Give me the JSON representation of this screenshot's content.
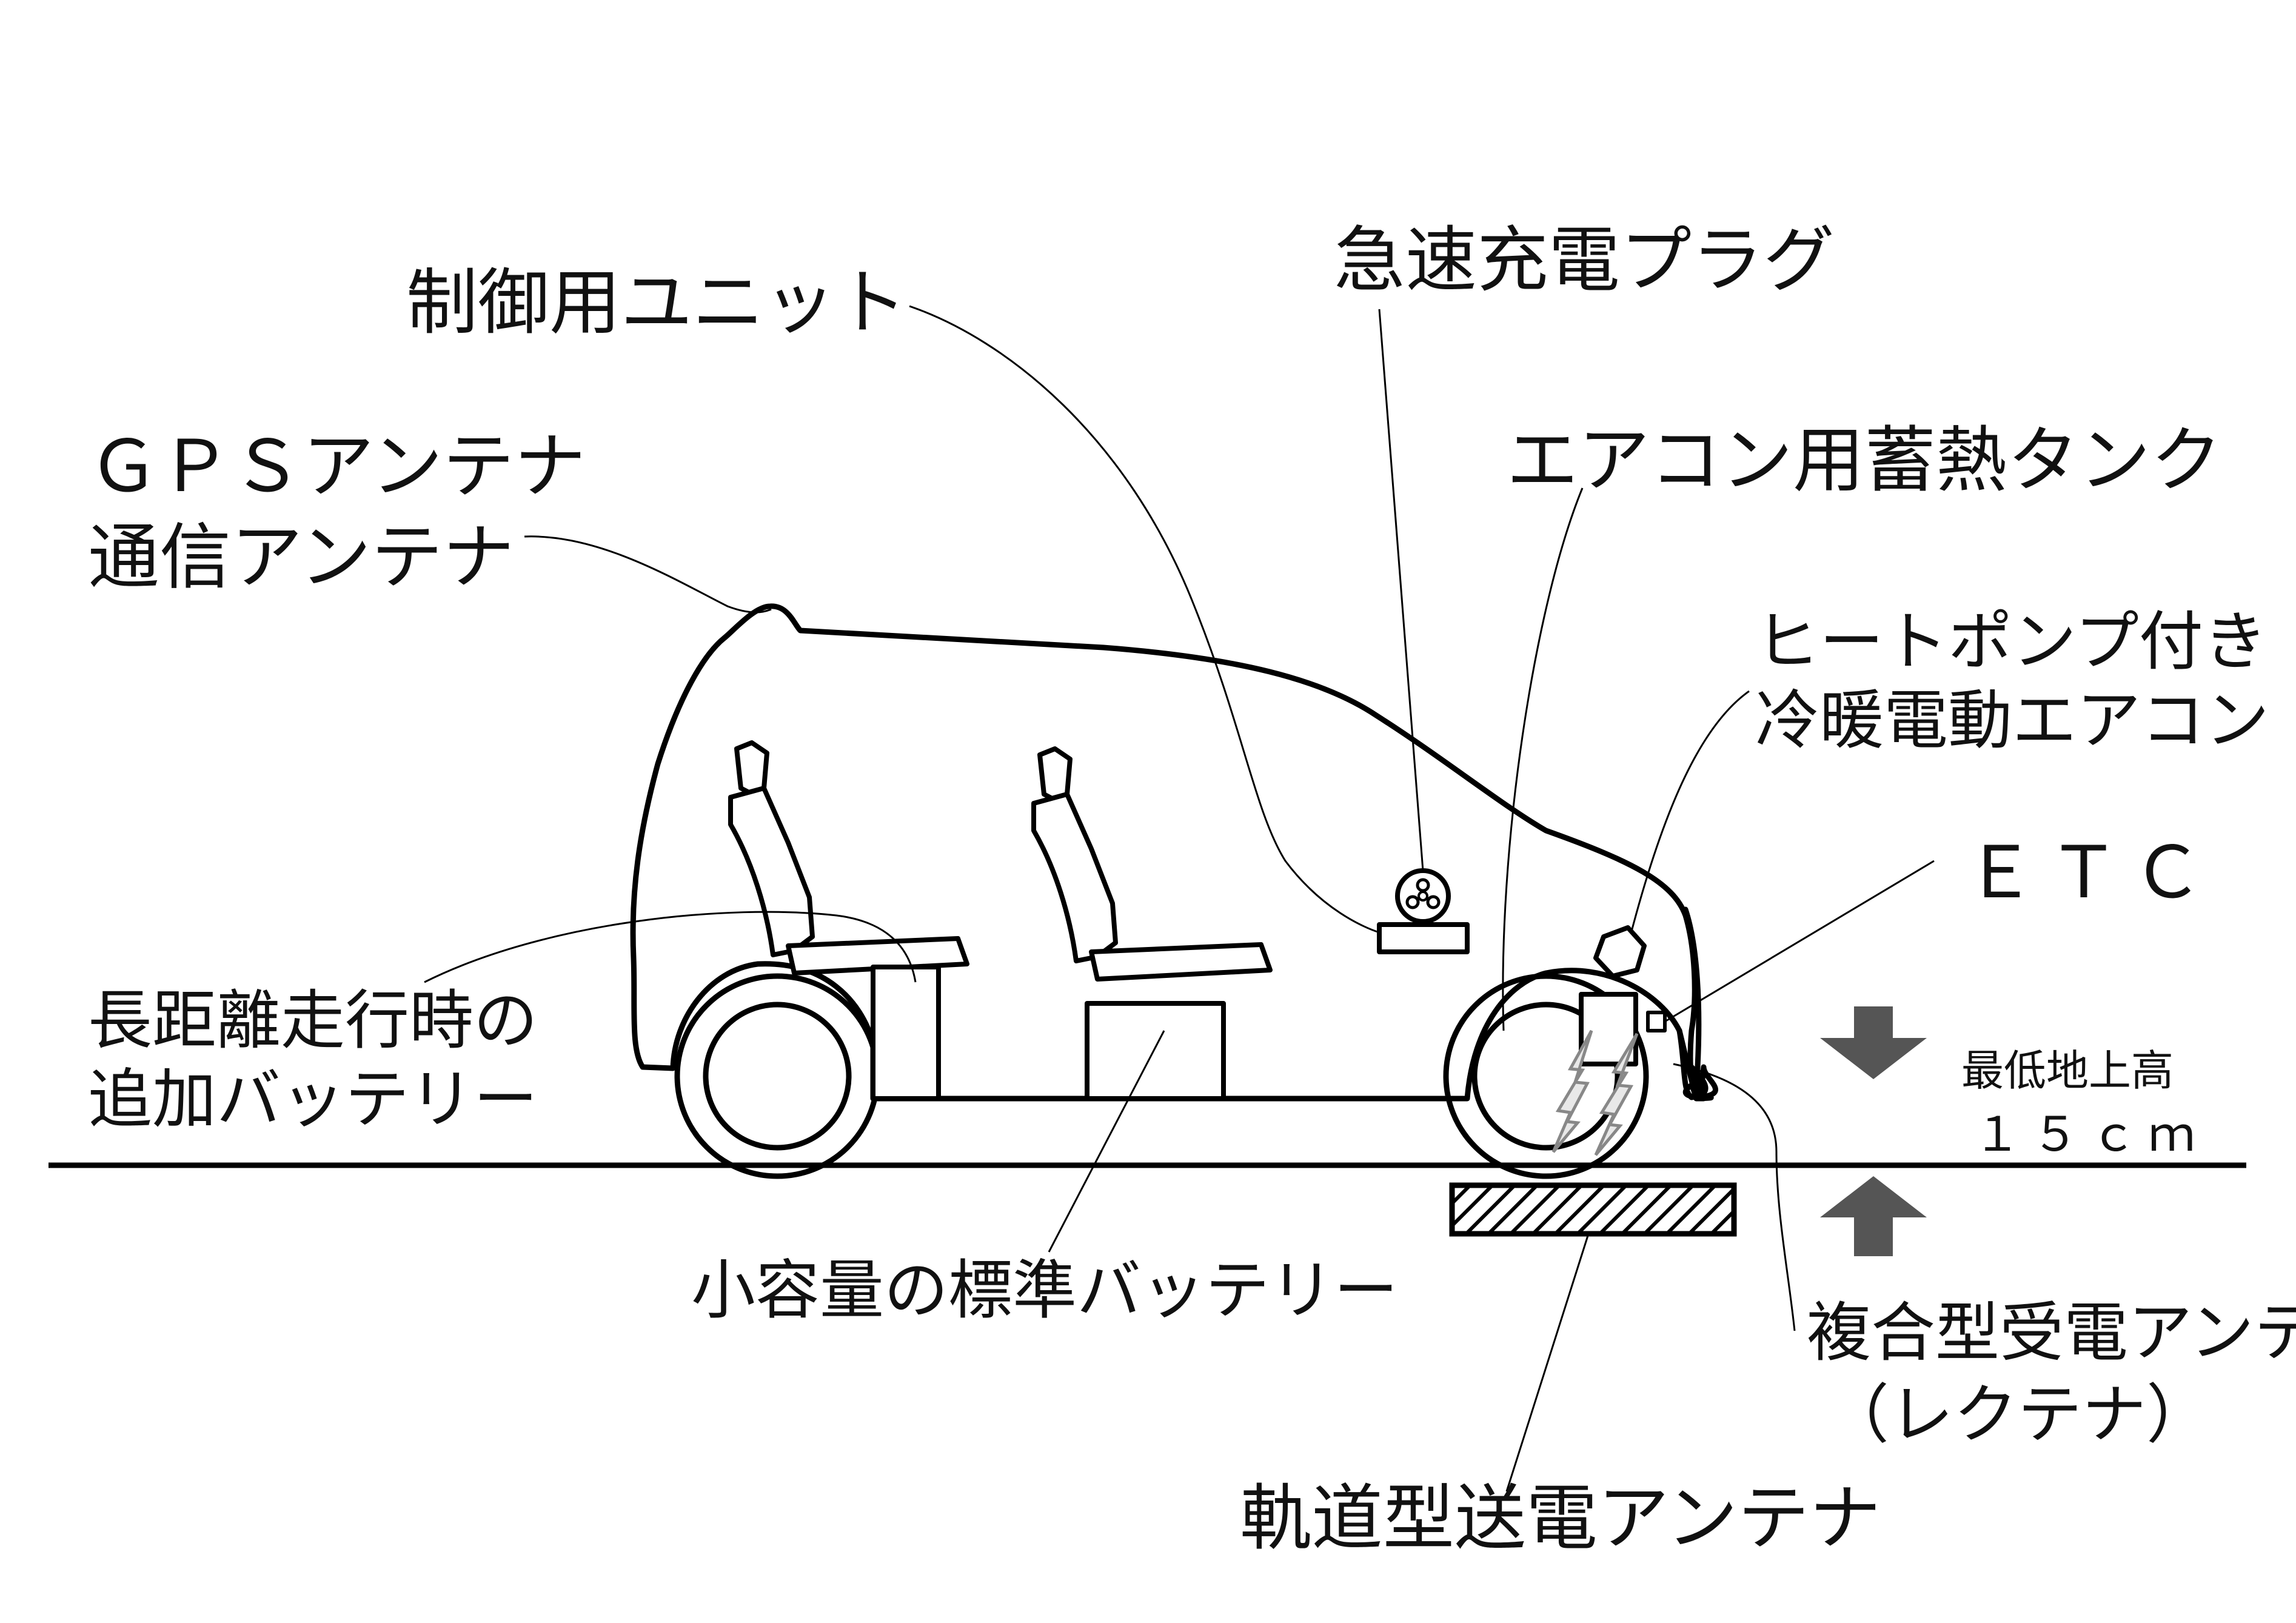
{
  "labels": {
    "control_unit": "制御用ユニット",
    "gps_antenna": "ＧＰＳアンテナ",
    "comm_antenna": "通信アンテナ",
    "quick_charge_plug": "急速充電プラグ",
    "heat_storage_tank": "エアコン用蓄熱タンク",
    "heat_pump_line1": "ヒートポンプ付き",
    "heat_pump_line2": "冷暖電動エアコン",
    "etc": "ＥＴＣ",
    "extra_battery_line1": "長距離走行時の",
    "extra_battery_line2": "追加バッテリー",
    "std_battery": "小容量の標準バッテリー",
    "clearance_title": "最低地上高",
    "clearance_value": "１５ｃｍ",
    "rectenna_line1": "複合型受電アンテナ",
    "rectenna_line2": "（レクテナ）",
    "track_antenna": "軌道型送電アンテナ"
  },
  "colors": {
    "line": "#000000",
    "arrow": "#555555",
    "beam": "#bbbbbb",
    "background": "#ffffff"
  }
}
